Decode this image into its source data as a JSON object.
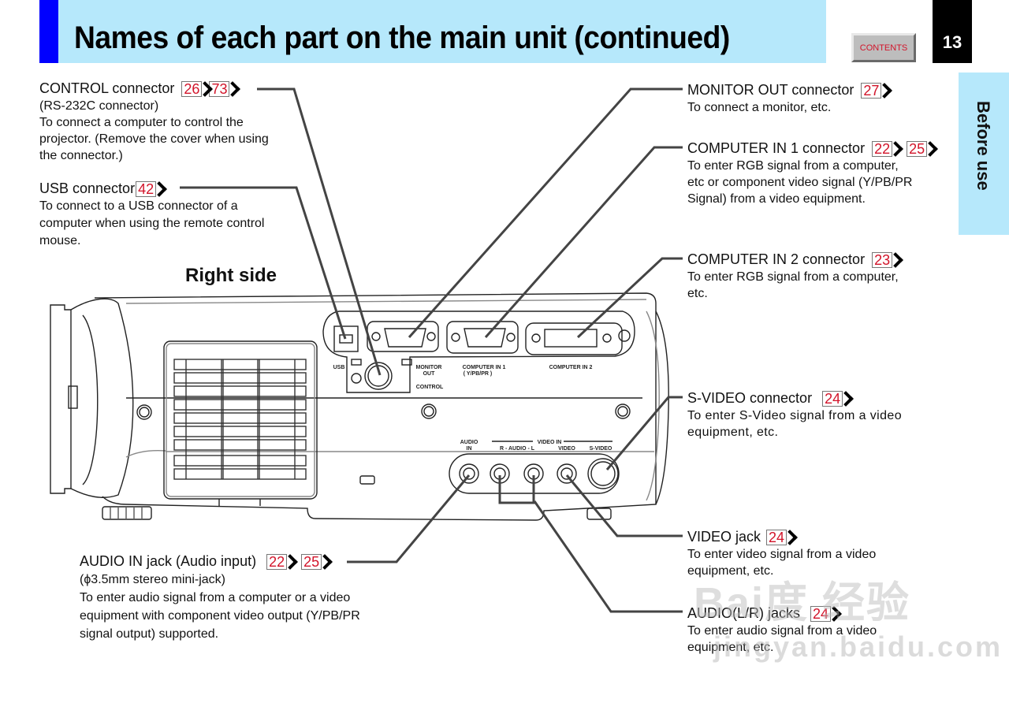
{
  "header": {
    "title": "Names of each part on the main unit (continued)",
    "contents_label": "CONTENTS",
    "page_number": "13",
    "section_tab": "Before use"
  },
  "colors": {
    "accent_blue": "#0000ff",
    "band": "#b6e8fb",
    "ref_red": "#d2142a"
  },
  "view_label": "Right side",
  "callouts": {
    "control": {
      "title": "CONTROL connector",
      "refs": [
        "26",
        "73"
      ],
      "lines": [
        "(RS-232C connector)",
        "To connect a computer to control the",
        "projector. (Remove the cover when using",
        "the connector.)"
      ]
    },
    "usb": {
      "title": "USB connector",
      "refs": [
        "42"
      ],
      "lines": [
        "To connect to a USB connector of a",
        "computer when using the remote control",
        "mouse."
      ]
    },
    "monitor_out": {
      "title": "MONITOR OUT connector",
      "refs": [
        "27"
      ],
      "lines": [
        "To connect a monitor, etc."
      ]
    },
    "computer_in1": {
      "title": "COMPUTER IN 1 connector",
      "refs": [
        "22",
        "25"
      ],
      "lines": [
        "To enter RGB signal from a computer,",
        "etc or  component video signal (Y/PB/PR",
        "Signal) from a video equipment."
      ]
    },
    "computer_in2": {
      "title": "COMPUTER IN 2 connector",
      "refs": [
        "23"
      ],
      "lines": [
        "To enter RGB signal from a computer,",
        "etc."
      ]
    },
    "svideo": {
      "title": "S-VIDEO connector",
      "refs": [
        "24"
      ],
      "lines": [
        "To enter S-Video signal from a video",
        "equipment, etc."
      ]
    },
    "video": {
      "title": "VIDEO jack",
      "refs": [
        "24"
      ],
      "lines": [
        "To enter video signal from a video",
        "equipment, etc."
      ]
    },
    "audio_lr": {
      "title": "AUDIO(L/R) jacks",
      "refs": [
        "24"
      ],
      "lines": [
        "To enter audio signal from a video",
        "equipment, etc."
      ]
    },
    "audio_in": {
      "title": "AUDIO IN jack (Audio input)",
      "refs": [
        "22",
        "25"
      ],
      "lines": [
        "(ϕ3.5mm stereo mini-jack)",
        "To enter audio signal from a computer or a video",
        "equipment with component video output (Y/PB/PR",
        "signal output) supported."
      ]
    }
  },
  "panel_labels": {
    "usb": "USB",
    "monitor_out_1": "MONITOR",
    "monitor_out_2": "OUT",
    "control": "CONTROL",
    "computer_in1": "COMPUTER IN 1",
    "computer_in1_sub": "( Y/PB/PR )",
    "computer_in2": "COMPUTER IN 2",
    "audio_in_1": "AUDIO",
    "audio_in_2": "IN",
    "video_in": "VIDEO IN",
    "r_audio_l": "R - AUDIO - L",
    "video": "VIDEO",
    "svideo": "S-VIDEO"
  },
  "watermark": {
    "line1": "Bai度 经验",
    "line2": "jingyan.baidu.com"
  }
}
